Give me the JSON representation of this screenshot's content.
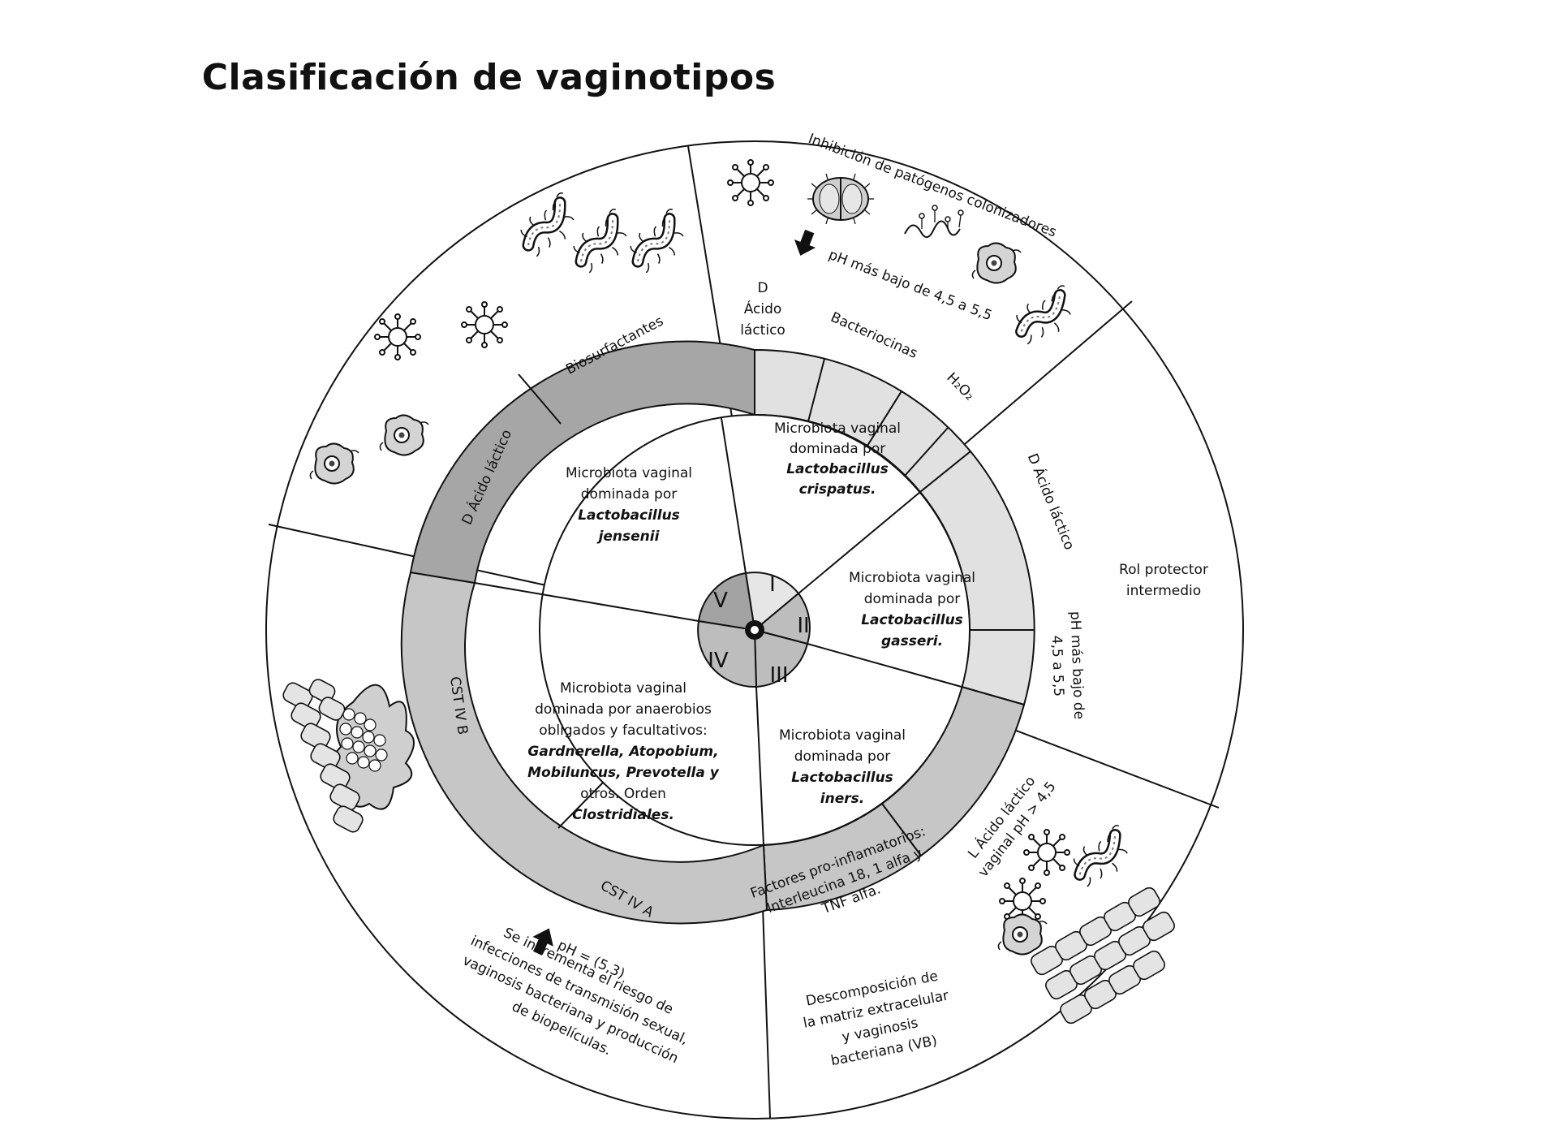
{
  "title": "Clasificación de vaginotipos",
  "center": {
    "segments": [
      "I",
      "II",
      "III",
      "IV",
      "V"
    ]
  },
  "inner_sectors": {
    "I": [
      "Microbiota vaginal",
      "dominada por",
      "Lactobacillus",
      "crispatus."
    ],
    "II": [
      "Microbiota vaginal",
      "dominada por",
      "Lactobacillus",
      "gasseri."
    ],
    "III": [
      "Microbiota vaginal",
      "dominada por",
      "Lactobacillus",
      "iners."
    ],
    "IV": [
      "Microbiota vaginal",
      "dominada por anaerobios",
      "obligados y facultativos:",
      "Gardnerella, Atopobium,",
      "Mobiluncus, Prevotella y",
      "otros. Orden",
      "Clostridiales."
    ],
    "V": [
      "Microbiota vaginal",
      "dominada por",
      "Lactobacillus",
      "jensenii"
    ]
  },
  "ring_labels": {
    "d_acido_lactico_I": [
      "D",
      "Ácido",
      "láctico"
    ],
    "bacteriocinas": "Bacteriocinas",
    "h2o2": "H₂O₂",
    "d_acido_lactico_II": "D Ácido láctico",
    "ph_bajo_II": [
      "pH más bajo de",
      "4,5 a 5,5"
    ],
    "l_acido_lactico": [
      "L Ácido láctico",
      "vaginal pH > 4,5"
    ],
    "factores": [
      "Factores pro-inflamatorios:",
      "Interleucina 18, 1 alfa y",
      "TNF alfa."
    ],
    "cst_iv_a": "CST IV A",
    "cst_iv_b": "CST IV B",
    "d_acido_lactico_V": "D Ácido láctico",
    "biosurfactantes": "Biosurfactantes"
  },
  "outer_labels": {
    "inhibicion": "Inhibición de patógenos colonizadores",
    "ph_bajo_I": "pH más bajo de 4,5 a 5,5",
    "rol_protector": [
      "Rol protector",
      "intermedio"
    ],
    "descomposicion": [
      "Descomposición de",
      "la matriz extracelular",
      "y vaginosis",
      "bacteriana (VB)"
    ],
    "ph_iv": "pH = (5,3)",
    "riesgo": [
      "Se incrementa el riesgo de",
      "infecciones de transmisión sexual,",
      "vaginosis bacteriana y producción",
      "de biopelículas."
    ]
  },
  "icons": [
    "virus-icon",
    "diatom-icon",
    "spirochete-icon",
    "bacillus-icon",
    "amoeba-icon",
    "epithelium-icon",
    "arrow-down-icon",
    "arrow-up-icon"
  ],
  "colors": {
    "ring_dark": "#a6a6a6",
    "ring_mid": "#c6c6c6",
    "ring_light": "#e1e1e1",
    "hub_light": "#e6e6e6",
    "hub_mid": "#bdbdbd",
    "hub_dark": "#a3a3a3",
    "line": "#111111"
  }
}
